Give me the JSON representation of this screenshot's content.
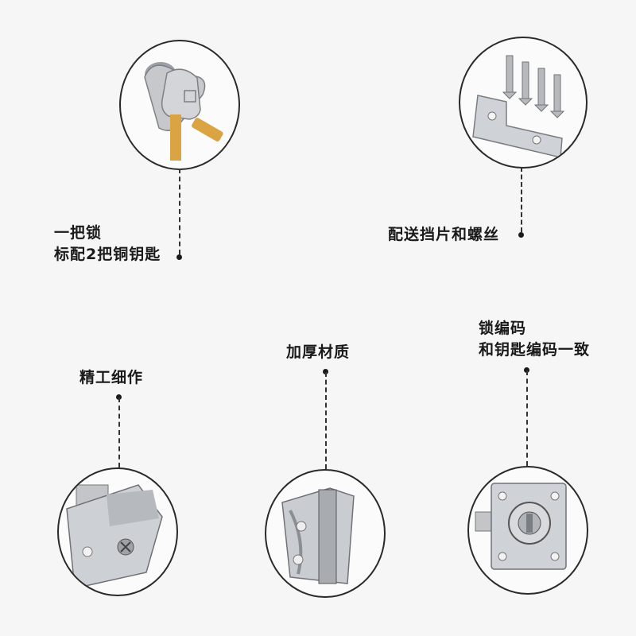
{
  "callouts": {
    "keys": {
      "line1": "一把锁",
      "line2": "标配2把铜钥匙"
    },
    "bracket": {
      "line1": "配送挡片和螺丝"
    },
    "craft": {
      "line1": "精工细作"
    },
    "thick": {
      "line1": "加厚材质"
    },
    "code": {
      "line1": "锁编码",
      "line2": "和钥匙编码一致"
    }
  },
  "colors": {
    "outline": "#2a2a2a",
    "metal": "#c8c9cc",
    "brass": "#d9a441"
  }
}
